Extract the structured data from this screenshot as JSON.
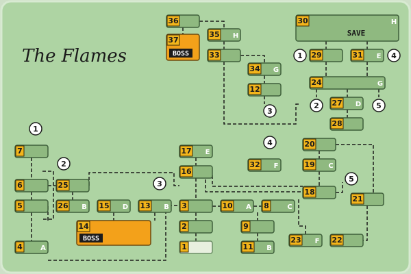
{
  "map": {
    "title": "The Flames",
    "rooms": [
      {
        "id": "36",
        "tag": ""
      },
      {
        "id": "37",
        "tag": "",
        "label": "BOSS",
        "boss": true
      },
      {
        "id": "35",
        "tag": "H"
      },
      {
        "id": "33",
        "tag": ""
      },
      {
        "id": "34",
        "tag": "G"
      },
      {
        "id": "12",
        "tag": ""
      },
      {
        "id": "30",
        "tag": "H",
        "label": "SAVE"
      },
      {
        "id": "29",
        "tag": ""
      },
      {
        "id": "31",
        "tag": "E"
      },
      {
        "id": "24",
        "tag": "G"
      },
      {
        "id": "27",
        "tag": "D"
      },
      {
        "id": "28",
        "tag": ""
      },
      {
        "id": "7",
        "tag": ""
      },
      {
        "id": "6",
        "tag": ""
      },
      {
        "id": "25",
        "tag": ""
      },
      {
        "id": "5",
        "tag": ""
      },
      {
        "id": "26",
        "tag": "B"
      },
      {
        "id": "15",
        "tag": "D"
      },
      {
        "id": "13",
        "tag": "B"
      },
      {
        "id": "14",
        "tag": "",
        "label": "BOSS",
        "boss": true
      },
      {
        "id": "4",
        "tag": "A"
      },
      {
        "id": "17",
        "tag": "E"
      },
      {
        "id": "16",
        "tag": ""
      },
      {
        "id": "3",
        "tag": ""
      },
      {
        "id": "2",
        "tag": ""
      },
      {
        "id": "1",
        "tag": "",
        "start": true
      },
      {
        "id": "10",
        "tag": "A"
      },
      {
        "id": "8",
        "tag": "C"
      },
      {
        "id": "9",
        "tag": ""
      },
      {
        "id": "11",
        "tag": "B"
      },
      {
        "id": "32",
        "tag": "F"
      },
      {
        "id": "20",
        "tag": ""
      },
      {
        "id": "19",
        "tag": "C"
      },
      {
        "id": "18",
        "tag": ""
      },
      {
        "id": "21",
        "tag": ""
      },
      {
        "id": "23",
        "tag": "F"
      },
      {
        "id": "22",
        "tag": ""
      }
    ],
    "markers": [
      "1",
      "4",
      "2",
      "5",
      "3",
      "1",
      "2",
      "3",
      "4",
      "5"
    ]
  }
}
